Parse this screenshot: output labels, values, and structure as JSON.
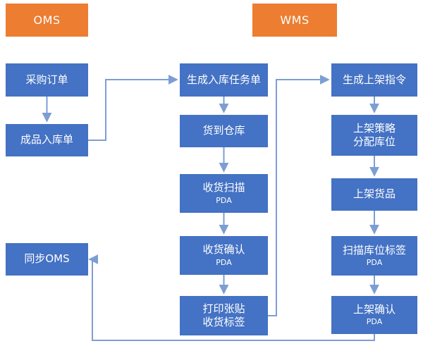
{
  "palette": {
    "header_bg": "#ED7D31",
    "node_bg": "#4472C4",
    "connector": "#7D9ED3",
    "text": "#FFFFFF",
    "background": "#FFFFFF"
  },
  "headers": {
    "oms": {
      "label": "OMS"
    },
    "wms": {
      "label": "WMS"
    }
  },
  "nodes": {
    "left": [
      {
        "lines": [
          "采购订单"
        ]
      },
      {
        "lines": [
          "成品入库单"
        ]
      },
      {
        "lines": [
          "同步OMS"
        ]
      }
    ],
    "middle": [
      {
        "lines": [
          "生成入库任务单"
        ]
      },
      {
        "lines": [
          "货到仓库"
        ]
      },
      {
        "lines": [
          "收货扫描"
        ],
        "sub": "PDA"
      },
      {
        "lines": [
          "收货确认"
        ],
        "sub": "PDA"
      },
      {
        "lines": [
          "打印张贴",
          "收货标签"
        ]
      }
    ],
    "right": [
      {
        "lines": [
          "生成上架指令"
        ]
      },
      {
        "lines": [
          "上架策略",
          "分配库位"
        ]
      },
      {
        "lines": [
          "上架货品"
        ]
      },
      {
        "lines": [
          "扫描库位标签"
        ],
        "sub": "PDA"
      },
      {
        "lines": [
          "上架确认"
        ],
        "sub": "PDA"
      }
    ]
  }
}
